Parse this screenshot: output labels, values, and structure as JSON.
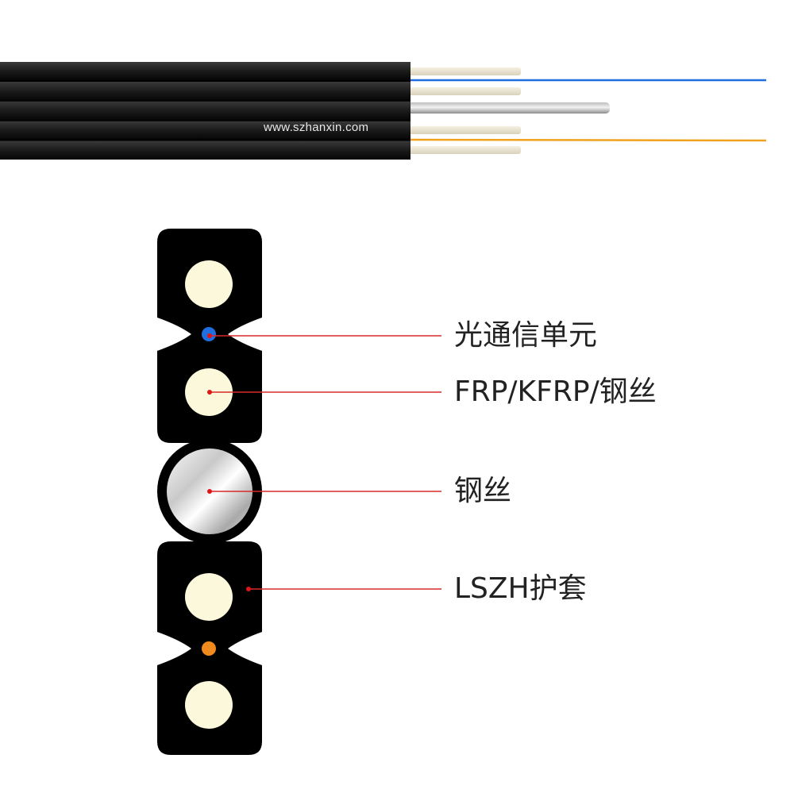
{
  "watermark": "www.szhanxin.com",
  "labels": {
    "fiber_unit": "光通信单元",
    "strength_member": "FRP/KFRP/钢丝",
    "steel_wire": "钢丝",
    "sheath": "LSZH护套"
  },
  "colors": {
    "background": "#ffffff",
    "sheath": "#000000",
    "fiber_blue": "#1f6fe0",
    "fiber_orange": "#f08a1e",
    "strength_member": "#fbf8dc",
    "leader_line": "#d62a2a",
    "leader_dot": "#e01515"
  },
  "icons": {
    "cable_side_view": "cable-side-view-icon",
    "cable_cross_section": "cable-cross-section-icon"
  }
}
